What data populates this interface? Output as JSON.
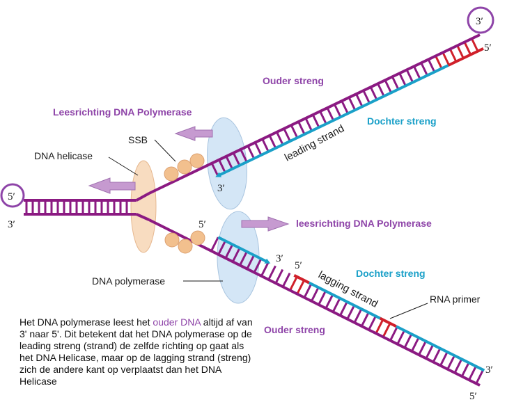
{
  "colors": {
    "parent": "#8b1a82",
    "daughter": "#1aa0c8",
    "primer": "#d0202a",
    "helicase": "#f8dcc0",
    "ssb": "#f2c08e",
    "polymerase": "#d4e6f6",
    "arrow": "#c69ad0",
    "circle": "#8e44a8"
  },
  "labels": {
    "ouder_top": "Ouder streng",
    "ouder_bottom": "Ouder streng",
    "dochter_top": "Dochter streng",
    "dochter_bottom": "Dochter streng",
    "leesrichting_top": "Leesrichting DNA Polymerase",
    "leesrichting_bottom": "leesrichting DNA Polymerase",
    "ssb": "SSB",
    "helicase": "DNA helicase",
    "polymerase": "DNA polymerase",
    "rna_primer": "RNA primer",
    "leading": "leading strand",
    "lagging": "lagging strand"
  },
  "ends": {
    "top_right_circled": "3′",
    "top_right_5": "5′",
    "left_circled": "5′",
    "left_3": "3′",
    "leading_3": "3′",
    "lagging_5_start": "5′",
    "lagging_3_end": "3′",
    "lagging_5_mid": "5′",
    "bottom_3": "3′",
    "bottom_5": "5′"
  },
  "explanation": {
    "part1": "Het DNA polymerase leest het ",
    "highlight": "ouder DNA",
    "part2": " altijd af van 3' naar 5'. Dit betekent dat het DNA polymerase op de leading streng (strand) de zelfde richting op gaat als het DNA Helicase, maar op de lagging strand (streng) zich de andere kant op verplaatst dan het DNA Helicase"
  }
}
